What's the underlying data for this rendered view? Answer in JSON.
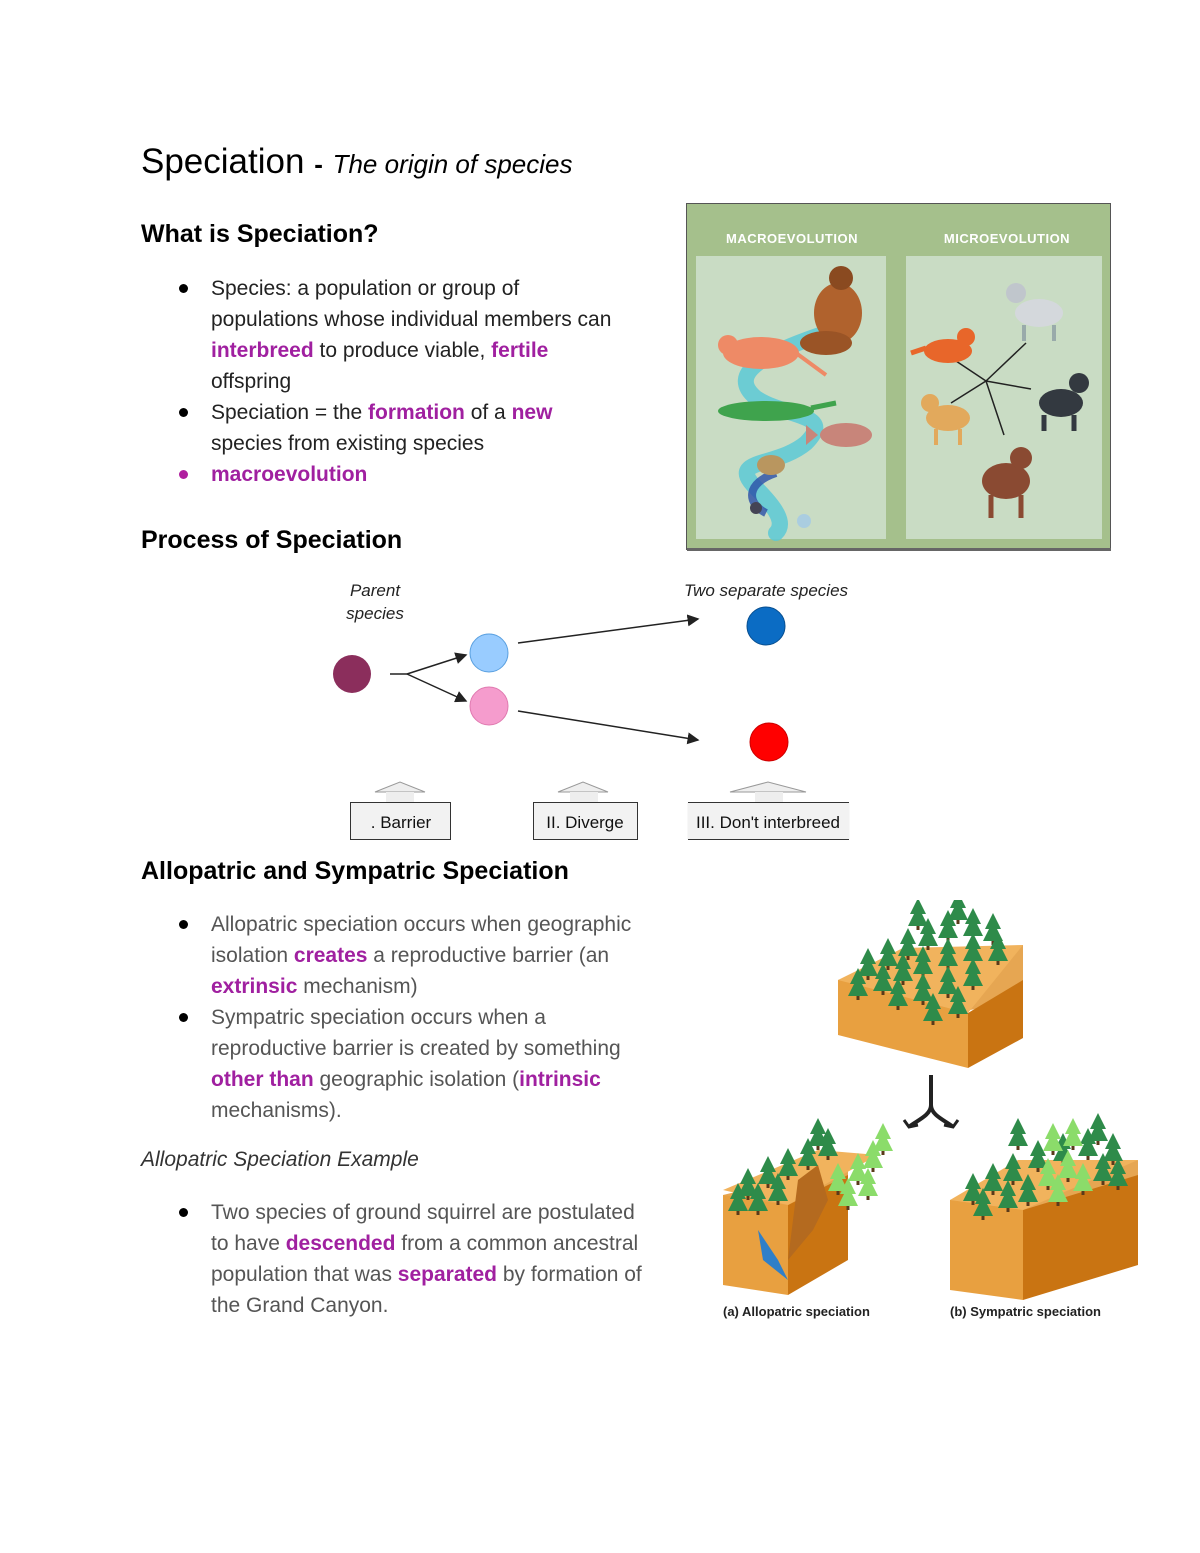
{
  "title": {
    "main": "Speciation",
    "dash": "-",
    "subtitle": "The origin of species"
  },
  "section1": {
    "heading": "What is Speciation?",
    "b1": {
      "t1": "Species: a population or group of",
      "t2": "populations whose individual members can",
      "k1": "interbreed",
      "t3": " to produce viable, ",
      "k2": "fertile",
      "t4": "offspring"
    },
    "b2": {
      "t1": "Speciation = the ",
      "k1": "formation",
      "t2": " of a ",
      "k2": "new",
      "t3": "species from existing species"
    },
    "b3": {
      "k1": "macroevolution"
    }
  },
  "evolution_figure": {
    "left_label": "MACROEVOLUTION",
    "right_label": "MICROEVOLUTION"
  },
  "section2": {
    "heading": "Process of Speciation",
    "diagram": {
      "parent_label_1": "Parent",
      "parent_label_2": "species",
      "two_species_label": "Two separate species",
      "step1": ". Barrier",
      "step2": "II. Diverge",
      "step3": "III. Don't interbreed",
      "colors": {
        "parent": "#8b2e5c",
        "light_blue": "#99ccff",
        "pink": "#f59ccd",
        "blue": "#0b6cc4",
        "red": "#ff0000"
      }
    }
  },
  "section3": {
    "heading": "Allopatric and Sympatric Speciation",
    "b1": {
      "t1": "Allopatric speciation occurs when geographic",
      "t2": "isolation ",
      "k1": "creates",
      "t3": " a reproductive barrier (an",
      "k2": "extrinsic",
      "t4": " mechanism)"
    },
    "b2": {
      "t1": "Sympatric speciation occurs when a",
      "t2": "reproductive barrier is created by something",
      "k1": "other than",
      "t3": " geographic isolation (",
      "k2": "intrinsic",
      "t4": "mechanisms)."
    },
    "example_heading": "Allopatric Speciation Example",
    "b3": {
      "t1": "Two species of ground squirrel are postulated",
      "t2": "to have ",
      "k1": "descended",
      "t3": " from a common ancestral",
      "t4": "population that was ",
      "k2": "separated",
      "t5": " by formation of",
      "t6": "the Grand Canyon."
    }
  },
  "forest_figure": {
    "caption_a": "(a) Allopatric speciation",
    "caption_b": "(b) Sympatric speciation"
  }
}
